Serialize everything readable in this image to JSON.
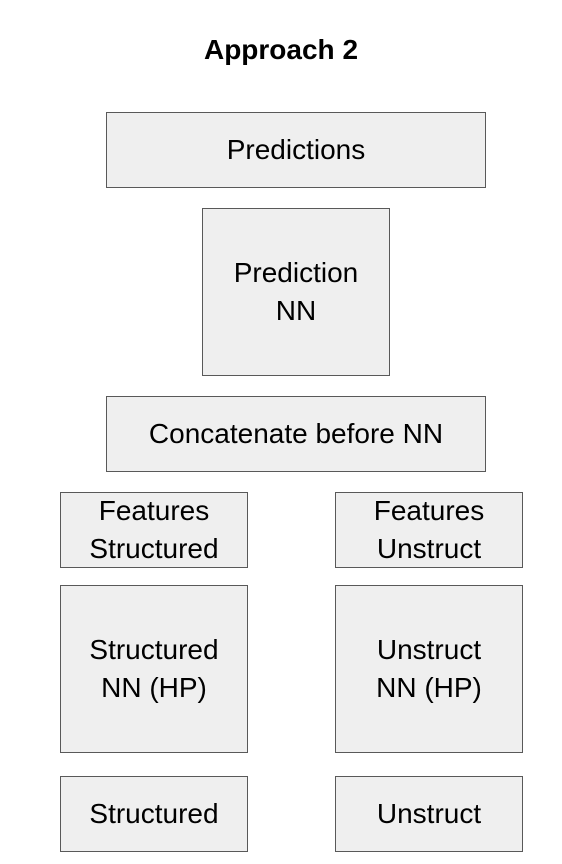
{
  "title": "Approach 2",
  "nodes": {
    "predictions": "Predictions",
    "prediction_nn": "Prediction\nNN",
    "concatenate": "Concatenate before NN",
    "features_structured": "Features\nStructured",
    "features_unstruct": "Features\nUnstruct",
    "structured_nn": "Structured\nNN (HP)",
    "unstruct_nn": "Unstruct\nNN (HP)",
    "structured": "Structured",
    "unstruct": "Unstruct"
  },
  "colors": {
    "box_fill": "#efefef",
    "box_border": "#595959",
    "text": "#000000"
  }
}
